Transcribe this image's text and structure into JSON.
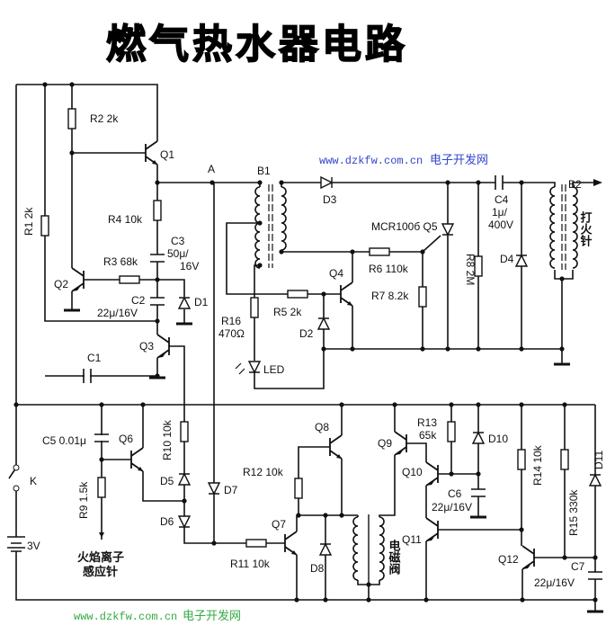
{
  "title": "燃气热水器电路",
  "watermark_top": {
    "url": "www.dzkfw.com.cn",
    "name": "电子开发网"
  },
  "watermark_bottom": {
    "url": "www.dzkfw.com.cn",
    "name": "电子开发网"
  },
  "labels": {
    "R1": "R1 2k",
    "R2": "R2 2k",
    "Q1": "Q1",
    "A": "A",
    "B1": "B1",
    "D3": "D3",
    "R4": "R4 10k",
    "C3a": "C3",
    "C3b": "50μ/",
    "C3c": "16V",
    "R3": "R3 68k",
    "Q2": "Q2",
    "C2a": "C2",
    "C2b": "22μ/16V",
    "D1": "D1",
    "Q3": "Q3",
    "C1": "C1",
    "Q5": "MCR100б Q5",
    "C4a": "C4",
    "C4b": "1μ/",
    "C4c": "400V",
    "B2": "B2",
    "ignite": "打火针",
    "R6": "R6 110k",
    "Q4": "Q4",
    "R7": "R7 8.2k",
    "R8": "R8 2M",
    "D4": "D4",
    "R16a": "R16",
    "R16b": "470Ω",
    "R5": "R5 2k",
    "D2": "D2",
    "LED": "LED",
    "C5": "C5 0.01μ",
    "Q6": "Q6",
    "R10": "R10 10k",
    "K": "K",
    "R9": "R9 1.5k",
    "D5": "D5",
    "D7": "D7",
    "D6": "D6",
    "V": "3V",
    "sensor1": "火焰离子",
    "sensor2": "感应针",
    "Q8": "Q8",
    "R12": "R12 10k",
    "Q7": "Q7",
    "R11": "R11 10k",
    "D8": "D8",
    "Q9": "Q9",
    "R13a": "R13",
    "R13b": "65k",
    "D10": "D10",
    "Q10": "Q10",
    "C6a": "C6",
    "C6b": "22μ/16V",
    "valve": "电磁阀",
    "Q11": "Q11",
    "R14": "R14 10k",
    "R15": "R15 330k",
    "D11": "D11",
    "Q12": "Q12",
    "C7a": "C7",
    "C7b": "22μ/16V"
  }
}
